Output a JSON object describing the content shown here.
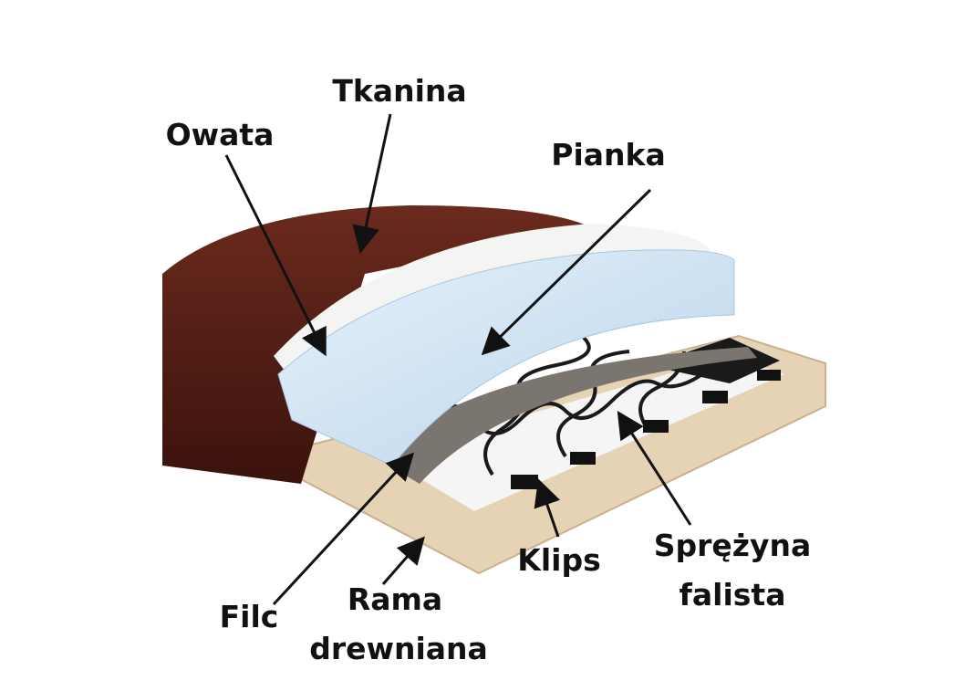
{
  "labels": {
    "tkanina": "Tkanina",
    "owata": "Owata",
    "pianka": "Pianka",
    "sprezyna_line1": "Sprężyna",
    "sprezyna_line2": "falista",
    "klips": "Klips",
    "rama_line1": "Rama",
    "rama_line2": "drewniana",
    "filc": "Filc"
  },
  "colors": {
    "leather": "#4a1a12",
    "foam": "#cfe3f2",
    "wadding": "#f4f4f2",
    "felt": "#7b7570",
    "wood": "#e6d2b5",
    "spring": "#1a1a1a"
  }
}
